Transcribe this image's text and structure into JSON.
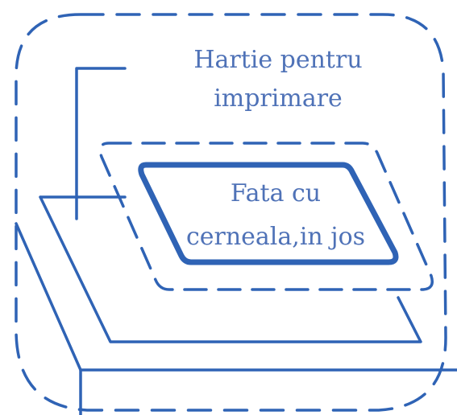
{
  "labels": {
    "paper_label_line1": "Hartie pentru",
    "paper_label_line2": "imprimare",
    "ink_label_line1": "Fata cu",
    "ink_label_line2": "cerneala,in jos"
  },
  "colors": {
    "stroke": "#2f63b5",
    "text": "#4f72b7",
    "background": "#ffffff"
  }
}
